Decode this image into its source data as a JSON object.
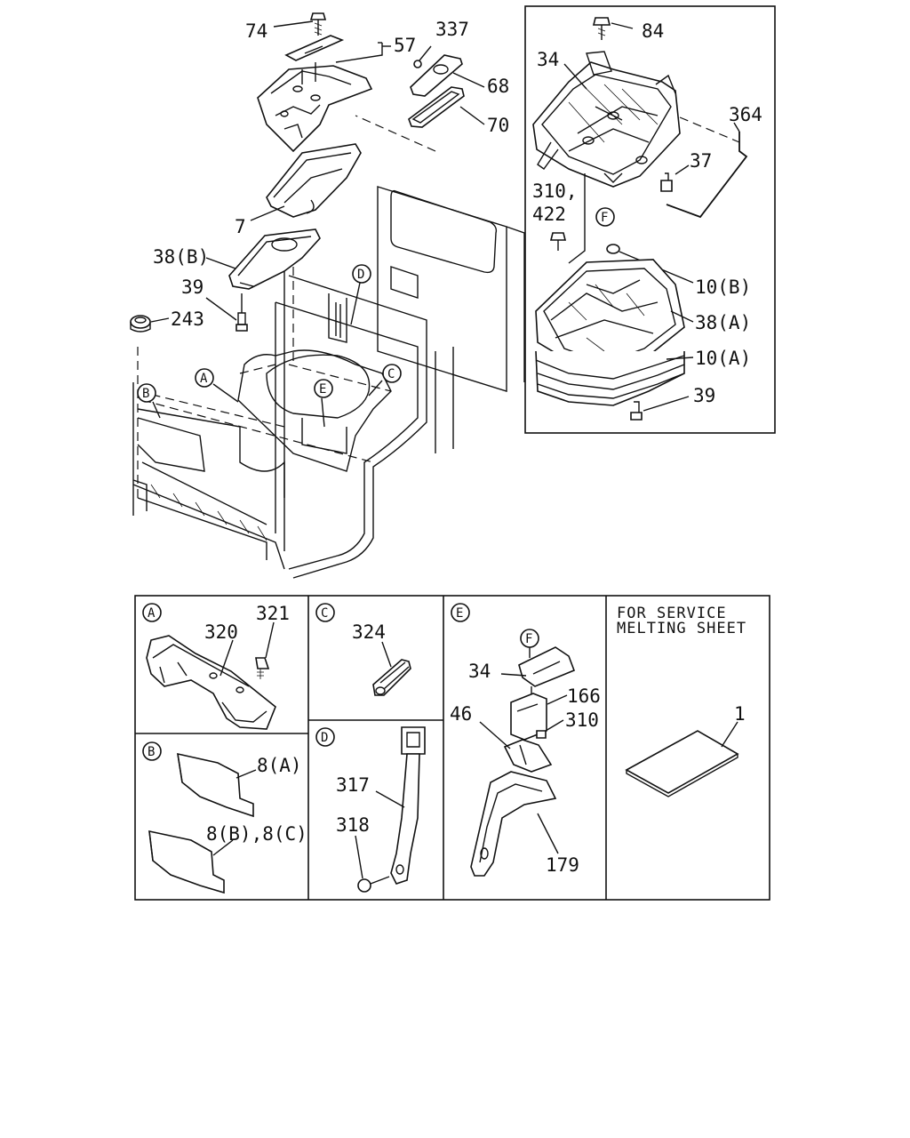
{
  "main_labels": {
    "p74": "74",
    "p57": "57",
    "p337": "337",
    "p68": "68",
    "p70": "70",
    "p7": "7",
    "p38b": "38(B)",
    "p39_left": "39",
    "p243": "243",
    "p84": "84",
    "p34_inset": "34",
    "p364": "364",
    "p37": "37",
    "p310_422_a": "310,",
    "p310_422_b": "422",
    "p10b": "10(B)",
    "p38a": "38(A)",
    "p10a": "10(A)",
    "p39_inset": "39"
  },
  "callouts": {
    "A": "A",
    "B": "B",
    "C": "C",
    "D": "D",
    "E": "E",
    "F": "F"
  },
  "detail_panels": {
    "A": {
      "tag": "A",
      "parts": [
        "320",
        "321"
      ]
    },
    "B": {
      "tag": "B",
      "parts": [
        "8(A)",
        "8(B),8(C)"
      ]
    },
    "C": {
      "tag": "C",
      "parts": [
        "324"
      ]
    },
    "D": {
      "tag": "D",
      "parts": [
        "317",
        "318"
      ]
    },
    "E": {
      "tag": "E",
      "ref": "F",
      "parts": [
        "34",
        "166",
        "46",
        "310",
        "179"
      ]
    },
    "service": {
      "title_line1": "FOR SERVICE",
      "title_line2": "MELTING SHEET",
      "parts": [
        "1"
      ]
    }
  }
}
